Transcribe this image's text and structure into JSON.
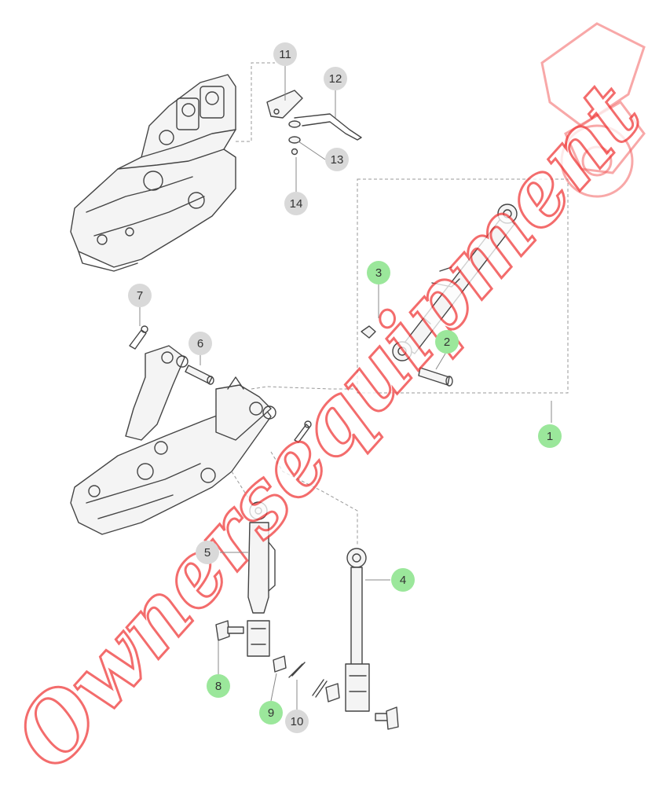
{
  "watermark": {
    "text": "Ownersequipment",
    "color": "#f03c3c"
  },
  "callouts": [
    {
      "id": "1",
      "label": "1",
      "highlight": true
    },
    {
      "id": "2",
      "label": "2",
      "highlight": true
    },
    {
      "id": "3",
      "label": "3",
      "highlight": true
    },
    {
      "id": "4",
      "label": "4",
      "highlight": true
    },
    {
      "id": "5",
      "label": "5",
      "highlight": false
    },
    {
      "id": "6",
      "label": "6",
      "highlight": false
    },
    {
      "id": "7",
      "label": "7",
      "highlight": false
    },
    {
      "id": "8",
      "label": "8",
      "highlight": true
    },
    {
      "id": "9",
      "label": "9",
      "highlight": true
    },
    {
      "id": "10",
      "label": "10",
      "highlight": false
    },
    {
      "id": "11",
      "label": "11",
      "highlight": false
    },
    {
      "id": "12",
      "label": "12",
      "highlight": false
    },
    {
      "id": "13",
      "label": "13",
      "highlight": false
    },
    {
      "id": "14",
      "label": "14",
      "highlight": false
    }
  ],
  "colors": {
    "highlight": "#9be79b",
    "normal": "#d9d9d9",
    "line": "#444444"
  }
}
